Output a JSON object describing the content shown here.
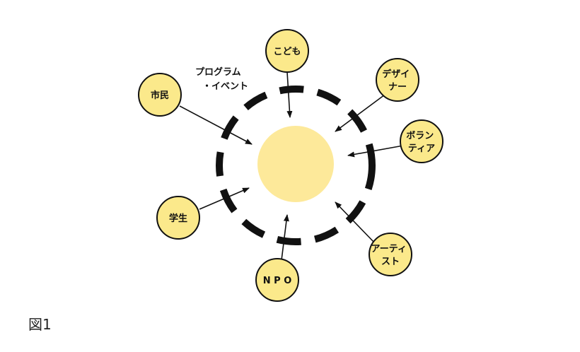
{
  "figure_label": "図1",
  "ring_label": [
    "プログラム",
    "・イベント"
  ],
  "colors": {
    "center_fill": "#fde99a",
    "node_fill": "#fbe98b",
    "stroke": "#111111"
  },
  "nodes": [
    {
      "id": "kodomo",
      "lines": [
        "こども"
      ]
    },
    {
      "id": "designer",
      "lines": [
        "デザイ",
        "ナー"
      ]
    },
    {
      "id": "volunteer",
      "lines": [
        "ボラン",
        "ティア"
      ]
    },
    {
      "id": "artist",
      "lines": [
        "アーティ",
        "スト"
      ]
    },
    {
      "id": "npo",
      "lines": [
        "N P O"
      ]
    },
    {
      "id": "student",
      "lines": [
        "学生"
      ]
    },
    {
      "id": "citizen",
      "lines": [
        "市民"
      ]
    }
  ]
}
